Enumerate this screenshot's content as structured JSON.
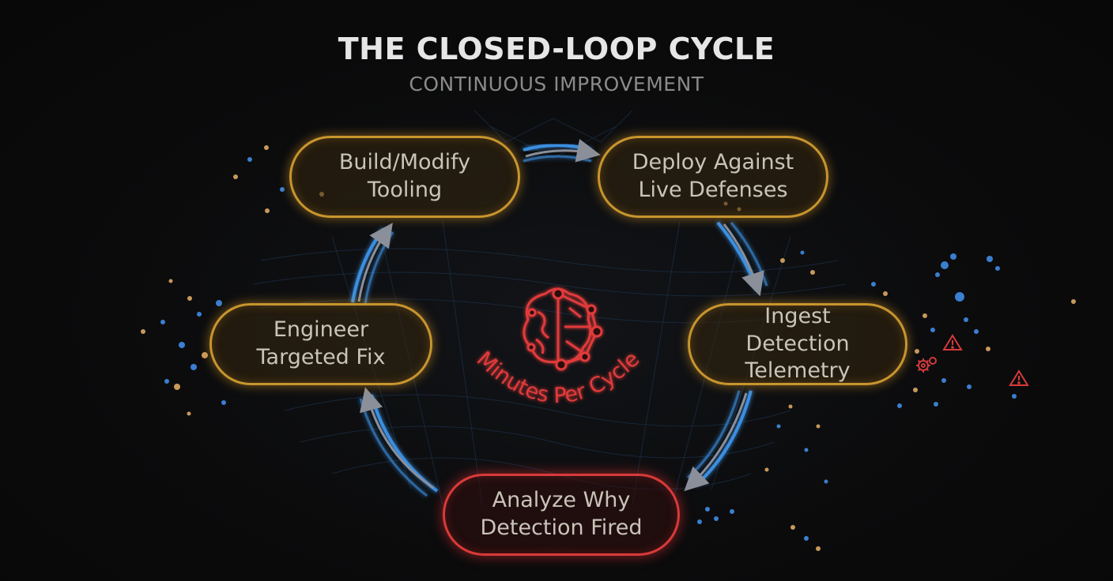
{
  "header": {
    "title": "THE CLOSED-LOOP CYCLE",
    "subtitle": "CONTINUOUS IMPROVEMENT"
  },
  "center": {
    "icon": "brain-network-icon",
    "label": "Minutes Per Cycle"
  },
  "steps": [
    {
      "label": "Build/Modify\nTooling",
      "style": "amber"
    },
    {
      "label": "Deploy Against\nLive Defenses",
      "style": "amber"
    },
    {
      "label": "Ingest\nDetection\nTelemetry",
      "style": "amber"
    },
    {
      "label": "Analyze Why\nDetection Fired",
      "style": "red"
    },
    {
      "label": "Engineer\nTargeted Fix",
      "style": "amber"
    }
  ],
  "icons": [
    "warning-icon",
    "gear-icon",
    "warning-icon"
  ],
  "colors": {
    "amber": "#c8952e",
    "red": "#d93a3a",
    "blue": "#3a8fe0",
    "background": "#0b0b0c"
  }
}
